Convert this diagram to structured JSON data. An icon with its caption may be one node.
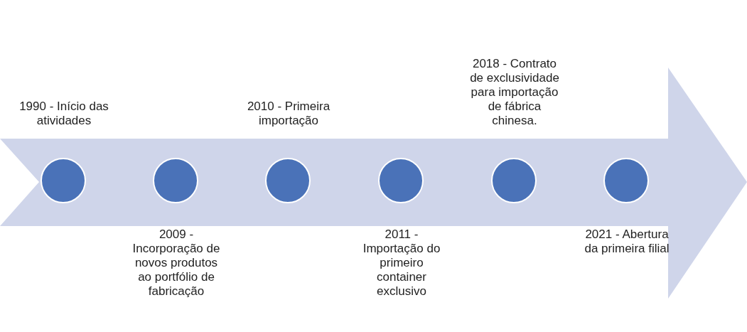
{
  "diagram": {
    "nodes": [
      {
        "text": [],
        "shape": "arrow"
      },
      {
        "text": [],
        "shape": "circle",
        "in": 0,
        "beside": [
          "1990 - Início das atividades"
        ]
      },
      {
        "text": [],
        "shape": "circle",
        "in": 0,
        "beside": [
          "2009 - Incorporação de novos produtos ao portfólio de fabricação"
        ]
      },
      {
        "text": [],
        "shape": "circle",
        "in": 0,
        "beside": [
          "2010 - Primeira importação"
        ]
      },
      {
        "text": [],
        "shape": "circle",
        "in": 0,
        "beside": [
          "2011 - Importação do primeiro container exclusivo"
        ]
      },
      {
        "text": [],
        "shape": "circle",
        "in": 0,
        "beside": [
          "2018 - Contrato de exclusividade para importação de fábrica chinesa."
        ]
      },
      {
        "text": [],
        "shape": "circle",
        "in": 0,
        "beside": [
          "2021 - Abertura da primeira filial"
        ]
      }
    ]
  }
}
